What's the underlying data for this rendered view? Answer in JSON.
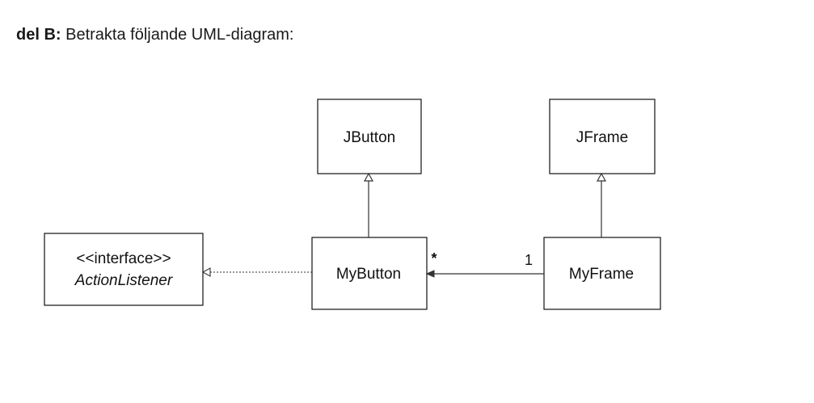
{
  "heading": {
    "prefix": "del B:",
    "text": "Betrakta följande UML-diagram:"
  },
  "diagram": {
    "classes": {
      "jbutton": {
        "name": "JButton"
      },
      "jframe": {
        "name": "JFrame"
      },
      "action_listener": {
        "stereotype": "<<interface>>",
        "name": "ActionListener"
      },
      "mybutton": {
        "name": "MyButton"
      },
      "myframe": {
        "name": "MyFrame"
      }
    },
    "association": {
      "source_multiplicity": "1",
      "target_multiplicity": "*"
    }
  }
}
